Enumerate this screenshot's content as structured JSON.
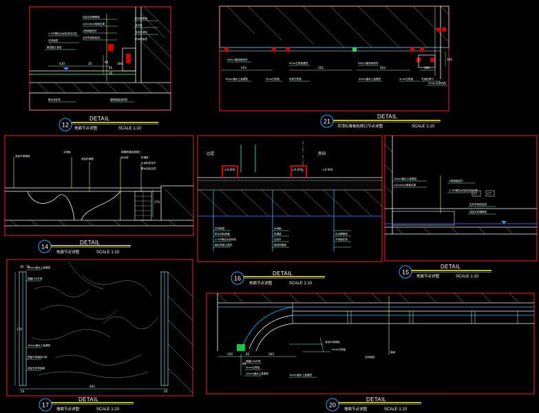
{
  "details": [
    {
      "id": "d12",
      "number": "12",
      "heading": "DETAIL",
      "subtitle": "地面节点详图",
      "scale": "SCALE 1:10",
      "labels": [
        "成品石材踢脚线",
        "1:3干硬性水泥砂浆找平层",
        "L40x40x4角钢支撑",
        "U型钢固定件",
        "石材专用胶粘剂",
        "防水层两道",
        "找平层",
        "自流平地坪",
        "素混凝土垫层",
        "建筑楼板结构层",
        "防水附加层",
        "石材面层",
        "素水泥砂浆"
      ],
      "dims": [
        "430",
        "20",
        "180",
        "40",
        "90",
        "50"
      ]
    },
    {
      "id": "d21",
      "number": "21",
      "heading": "DETAIL",
      "subtitle": "吊顶石膏板检修口节点详图",
      "scale": "SCALE 1:10",
      "labels": [
        "D50x3镀锌钢吊杆",
        "9mm石膏板基层",
        "D50x3镀锌钢吊杆",
        "18mm细木工板基层",
        "3mm石膏板",
        "双层石膏板",
        "18mm细木工板基层",
        "3mm石膏板",
        "专用检修口",
        "20mm石膏线条"
      ],
      "dims": [
        "454",
        "502",
        "454",
        "180",
        "160"
      ]
    },
    {
      "id": "d14",
      "number": "14",
      "heading": "DETAIL",
      "subtitle": "地面节点详图",
      "scale": "SCALE 1:10",
      "labels": [
        "成品不锈钢条",
        "木地板",
        "成品防潮垫",
        "原建筑楼面混凝土",
        "防水层",
        "防潮层",
        "水泥砂浆找平",
        "素水泥结合层"
      ],
      "dims": [
        "170"
      ]
    },
    {
      "id": "d16",
      "number": "16",
      "heading": "DETAIL",
      "subtitle": "地面节点详图",
      "scale": "SCALE 1:10",
      "labels": [
        "过道",
        "房间",
        "石材面层",
        "防水涂料两遍",
        "1:3干硬性水泥砂浆",
        "细石混凝土垫层",
        "木地板",
        "防潮垫",
        "自流平",
        "原结构楼板",
        "实木踢脚线",
        "不锈钢压条"
      ],
      "dims": [
        "±0.000",
        "±0.000",
        "±0.000"
      ]
    },
    {
      "id": "d15",
      "number": "15",
      "heading": "DETAIL",
      "subtitle": "地面节点详图",
      "scale": "SCALE 1:10",
      "labels": [
        "18mm细木工板基层",
        "L40x40x4角钢支撑",
        "U型钢固定件",
        "1:3干硬性水泥砂浆找平层",
        "石材专用胶粘剂",
        "成品石材踢脚线"
      ],
      "dims": [
        "CT",
        "CT"
      ]
    },
    {
      "id": "d17",
      "number": "17",
      "heading": "DETAIL",
      "subtitle": "墙面节点详图",
      "scale": "SCALE 1:10",
      "labels": [
        "16mm细木工板基层",
        "暗藏LED灯带",
        "16mm细木工板基层",
        "镜面不锈钢收口条",
        "成品石材饰面板"
      ],
      "dims": [
        "30",
        "30",
        "945",
        "50",
        "50",
        "170"
      ]
    },
    {
      "id": "d20",
      "number": "20",
      "heading": "DETAIL",
      "subtitle": "墙面节点详图",
      "scale": "SCALE 1:10",
      "labels": [
        "成品木饰面板",
        "3mm石膏板",
        "16mm细木工板基层",
        "暗藏LED灯带",
        "3mm石膏板",
        "18mm细木工板基层",
        "石材面层",
        "墙体"
      ],
      "dims": [
        "150",
        "85",
        "265",
        "80"
      ]
    }
  ],
  "colors": {
    "background": "#000000",
    "frame": "#ff2020",
    "dimension": "#88ffdd",
    "title_bar": "#ffff33",
    "blue_line": "#3a5bff",
    "green_line": "#23e04a",
    "badge": "#2aa7ff"
  }
}
